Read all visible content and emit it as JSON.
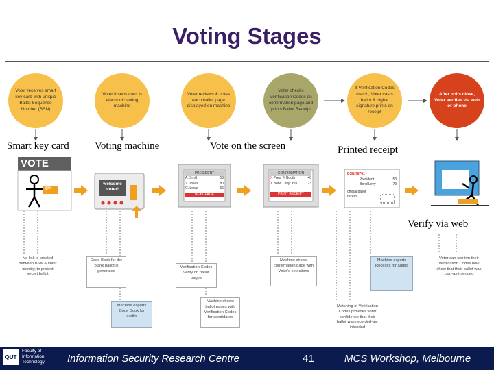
{
  "title": "Voting Stages",
  "stages": [
    "Voter receives smart key card with unique Ballot Sequence Number (BSN)",
    "Voter inserts card in electronic voting machine",
    "Voter reviews & votes each ballot page displayed on machine",
    "Voter checks Verification Codes on confirmation page and prints Ballot Receipt",
    "If Verification Codes match, Voter casts ballot & digital signature prints on receipt",
    "After polls close, Voter verifies via web or phone"
  ],
  "captions": {
    "smart_key_card": "Smart key card",
    "voting_machine": "Voting machine",
    "vote_on_screen": "Vote on the screen",
    "printed_receipt": "Printed receipt",
    "verify_via_web": "Verify via web"
  },
  "illustrations": {
    "vote_sign": "VOTE",
    "key_label": "0ʳᵃ",
    "machine_screen": "welcome voter!",
    "screen1": {
      "header": "PRESIDENT",
      "rows": [
        [
          "A. Smith",
          "56"
        ],
        [
          "J. Jones",
          "80"
        ],
        [
          "C. Lowe",
          "66"
        ]
      ],
      "footer": "NEXT PAGE"
    },
    "screen2": {
      "header": "CONFIRMATION",
      "rows": [
        [
          "X",
          "Pres: F. Booth",
          "48"
        ],
        [
          "X",
          "Bond Levy: Yes",
          "73"
        ]
      ],
      "footer": "PRINT RECEIPT"
    },
    "receipt": {
      "bsn": "BSN 78761",
      "lines": [
        [
          "President",
          "53"
        ],
        [
          "Bond Levy",
          "73"
        ]
      ],
      "tag": "official ballot receipt"
    }
  },
  "notes": {
    "n1": "No link is created between BSN & voter identity, to protect secret ballot",
    "n2": "Code Book for the blank ballot is generated",
    "n3": "Machine exports Code Book for audits",
    "n4": "Verification Codes verify on ballot pages",
    "n5": "Machine shows ballot pages with Verification Codes for candidates",
    "n6": "Machine shows confirmation page with Voter's selections",
    "n7": "Matching of Verification Codes provides voter confidence that their ballot was recorded-as-intended",
    "n8": "Machine exports Receipts for audits",
    "n9": "Voter can confirm their Verification Codes now show that their ballot was cast-as-intended"
  },
  "footer": {
    "logo": "QUT",
    "org": [
      "Faculty of",
      "Information",
      "Technology"
    ],
    "centre": "Information Security Research Centre",
    "page": "41",
    "event": "MCS Workshop, Melbourne"
  }
}
